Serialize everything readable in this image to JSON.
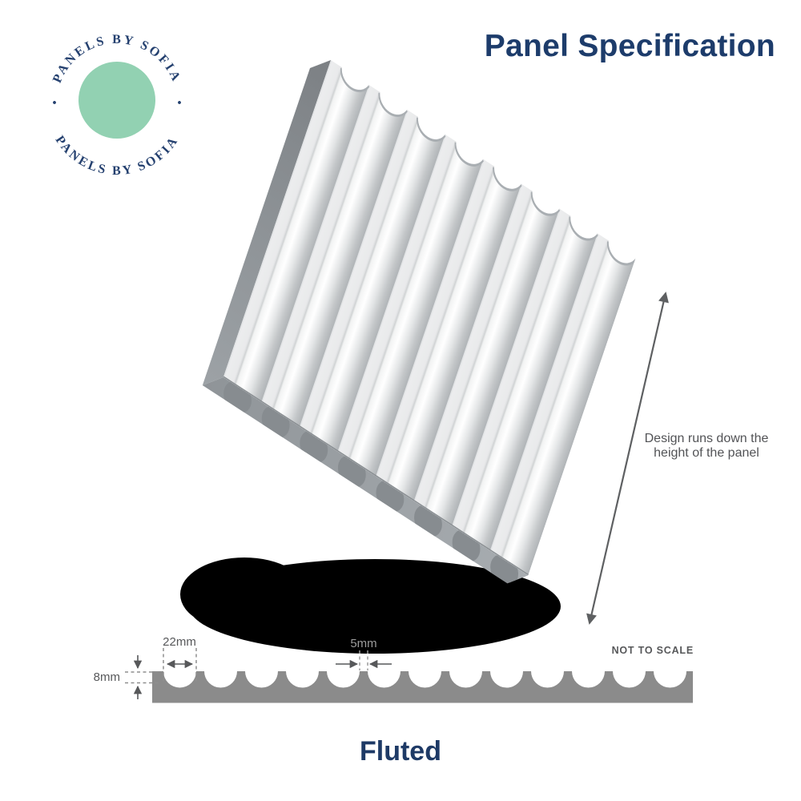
{
  "brand": {
    "logo_text_top": "PANELS BY SOFIA",
    "logo_text_bottom": "PANELS BY SOFIA",
    "logo_separator": "·",
    "logo_circle_color": "#92d1b2",
    "logo_text_color": "#24406f"
  },
  "header": {
    "title": "Panel Specification",
    "title_color": "#1d3c6b"
  },
  "annotation": {
    "line1": "Design runs down the",
    "line2": "height of the panel"
  },
  "dimensions": {
    "flute_width": "22mm",
    "flute_gap": "5mm",
    "panel_thickness": "8mm",
    "scale_note": "NOT TO SCALE"
  },
  "footer": {
    "style_name": "Fluted"
  },
  "colors": {
    "navy": "#1d3c6b",
    "annotation_gray": "#525356",
    "dimension_gray": "#57585a",
    "section_bar_gray": "#8b8b8b",
    "shadow_black": "#000000",
    "panel_face_light": "#ebecee",
    "panel_side_gray": "#8d9296"
  }
}
